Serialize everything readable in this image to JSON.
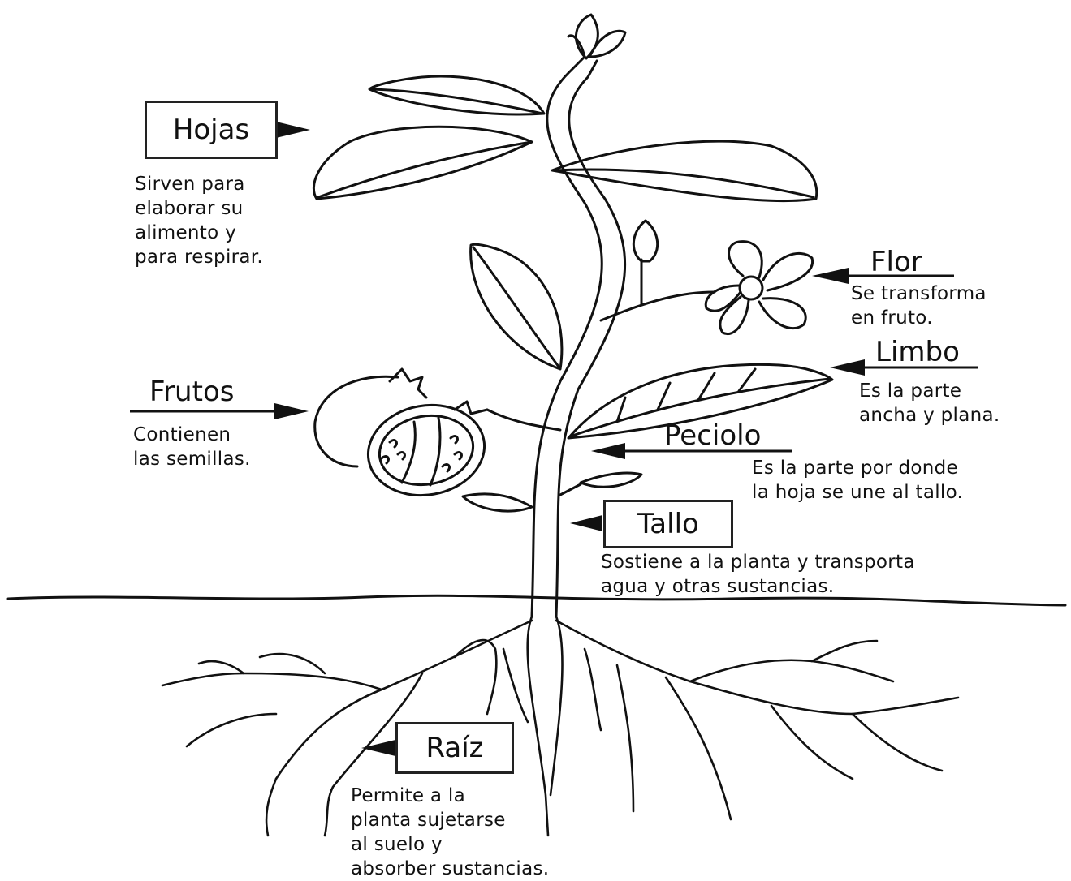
{
  "parts": {
    "hojas": {
      "title": "Hojas",
      "description": "Sirven para\nelaborar su\nalimento y\npara respirar."
    },
    "flor": {
      "title": "Flor",
      "description": "Se transforma\nen fruto."
    },
    "limbo": {
      "title": "Limbo",
      "description": "Es la parte\nancha y plana."
    },
    "frutos": {
      "title": "Frutos",
      "description": "Contienen\nlas semillas."
    },
    "peciolo": {
      "title": "Peciolo",
      "description": "Es la parte por donde\nla hoja se une al tallo."
    },
    "tallo": {
      "title": "Tallo",
      "description": "Sostiene a la planta y transporta\nagua y otras sustancias."
    },
    "raiz": {
      "title": "Raíz",
      "description": "Permite a la\nplanta sujetarse\nal suelo y\nabsorber sustancias."
    }
  },
  "colors": {
    "ink": "#111111",
    "background": "#ffffff"
  }
}
